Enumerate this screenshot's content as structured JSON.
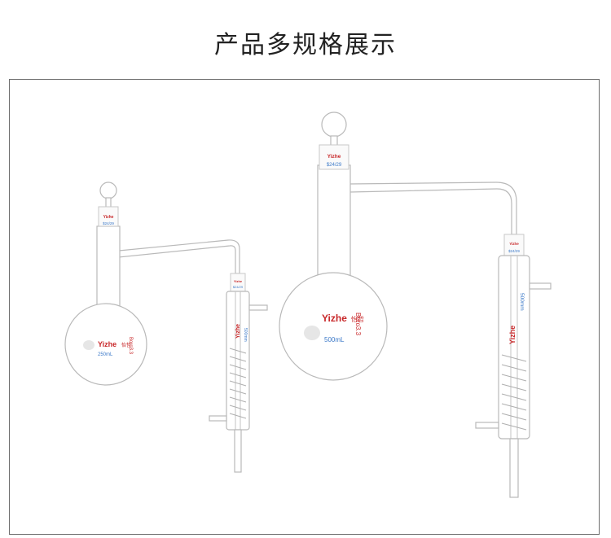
{
  "heading": "产品多规格展示",
  "products": [
    {
      "brand": "Yizhe",
      "brand_cn": "怡哲",
      "stopper_brand": "Yizhe",
      "joint": "$24/29",
      "flask_volume": "250mL",
      "glass_type": "Boro3.3",
      "condenser_brand": "Yizhe",
      "condenser_joint": "$24/29",
      "condenser_length": "500mm"
    },
    {
      "brand": "Yizhe",
      "brand_cn": "怡哲",
      "stopper_brand": "Yizhe",
      "joint": "$24/29",
      "flask_volume": "500mL",
      "glass_type": "Boro3.3",
      "condenser_brand": "Yizhe",
      "condenser_joint": "$24/29",
      "condenser_length": "500mm"
    }
  ],
  "colors": {
    "brand_red": "#c8282a",
    "spec_blue": "#3a78c8",
    "frame": "#6e6e6e"
  }
}
